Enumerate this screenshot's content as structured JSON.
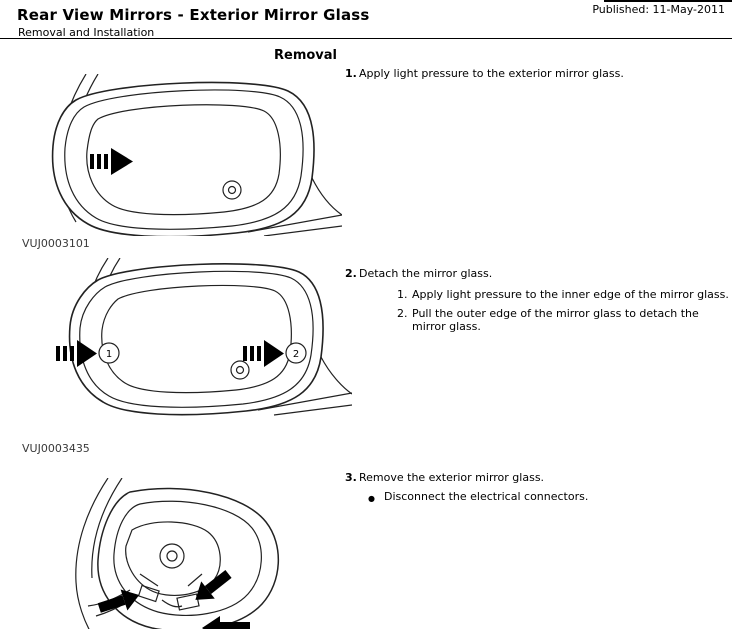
{
  "colors": {
    "text": "#000000",
    "background": "#ffffff",
    "line_art": "#222222"
  },
  "page": {
    "published": "Published: 11-May-2011",
    "title": "Rear View Mirrors - Exterior Mirror Glass",
    "subtitle": "Removal and Installation",
    "section_heading": "Removal"
  },
  "steps": {
    "step1": {
      "number": "1.",
      "text": "Apply light pressure to the exterior mirror glass."
    },
    "step2": {
      "number": "2.",
      "text": "Detach the mirror glass.",
      "sub1": {
        "number": "1.",
        "text": "Apply light pressure to the inner edge of the mirror glass."
      },
      "sub2": {
        "number": "2.",
        "text": "Pull the outer edge of the mirror glass to detach the mirror glass."
      }
    },
    "step3": {
      "number": "3.",
      "text": "Remove the exterior mirror glass.",
      "bullet": {
        "marker": "●",
        "text": "Disconnect the electrical connectors."
      }
    }
  },
  "figures": {
    "fig1": {
      "label": "VUJ0003101"
    },
    "fig2": {
      "label": "VUJ0003435",
      "callout_1": "1",
      "callout_2": "2"
    },
    "fig3": {
      "label": ""
    }
  }
}
